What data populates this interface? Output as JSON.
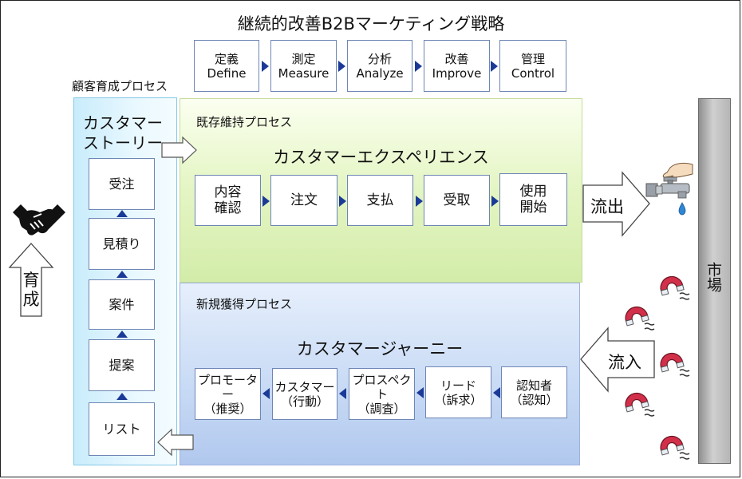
{
  "title": "継続的改善B2Bマーケティング戦略",
  "strategy_steps": [
    {
      "jp": "定義",
      "en": "Define"
    },
    {
      "jp": "測定",
      "en": "Measure"
    },
    {
      "jp": "分析",
      "en": "Analyze"
    },
    {
      "jp": "改善",
      "en": "Improve"
    },
    {
      "jp": "管理",
      "en": "Control"
    }
  ],
  "nurturing": {
    "label": "顧客育成プロセス",
    "story_line1": "カスタマー",
    "story_line2": "ストーリー",
    "steps": [
      "受注",
      "見積り",
      "案件",
      "提案",
      "リスト"
    ],
    "arrow_line1": "育",
    "arrow_line2": "成"
  },
  "retention": {
    "label": "既存維持プロセス",
    "heading": "カスタマーエクスペリエンス",
    "steps": [
      {
        "line1": "内容",
        "line2": "確認"
      },
      {
        "line1": "注文",
        "line2": ""
      },
      {
        "line1": "支払",
        "line2": ""
      },
      {
        "line1": "受取",
        "line2": ""
      },
      {
        "line1": "使用",
        "line2": "開始"
      }
    ],
    "outflow": "流出"
  },
  "acquisition": {
    "label": "新規獲得プロセス",
    "heading": "カスタマージャーニー",
    "steps": [
      {
        "line1": "プロモーター",
        "line2": "（推奨）"
      },
      {
        "line1": "カスタマー",
        "line2": "（行動）"
      },
      {
        "line1": "プロスペクト",
        "line2": "（調査）"
      },
      {
        "line1": "リード",
        "line2": "（訴求）"
      },
      {
        "line1": "認知者",
        "line2": "（認知）"
      }
    ],
    "inflow": "流入"
  },
  "market": "市場",
  "colors": {
    "arrow": "#1b3a98",
    "box_border": "#6e86b5",
    "retention_bg": "#e6f6c7",
    "acquisition_bg": "#c9dbf5",
    "nurturing_bg": "#e9f8ff",
    "market_bg": "#b5b5b5",
    "magnet_red": "#d2304a"
  },
  "icons": [
    "handshake-icon",
    "faucet-icon",
    "magnet-icon"
  ]
}
